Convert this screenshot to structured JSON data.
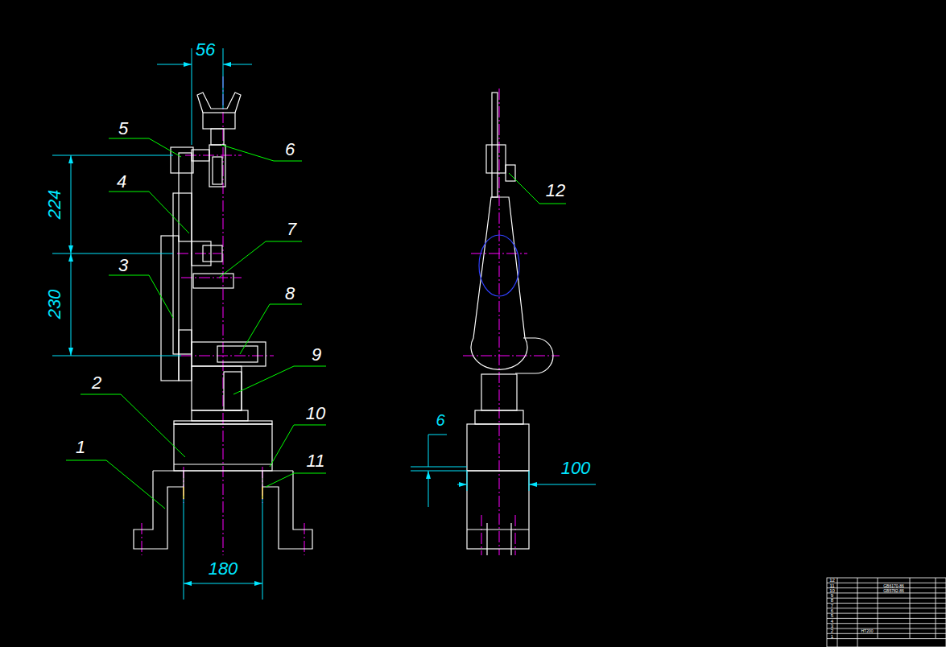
{
  "diagram": {
    "labels": [
      "56",
      "5",
      "6",
      "4",
      "224",
      "7",
      "3",
      "230",
      "8",
      "9",
      "2",
      "10",
      "1",
      "11",
      "180",
      "12",
      "6",
      "100",
      "12",
      "11",
      "10",
      "9",
      "8",
      "7",
      "6",
      "5",
      "4",
      "3",
      "2",
      "1",
      "GB6170-86",
      "GB5782-86",
      "HT200"
    ]
  }
}
